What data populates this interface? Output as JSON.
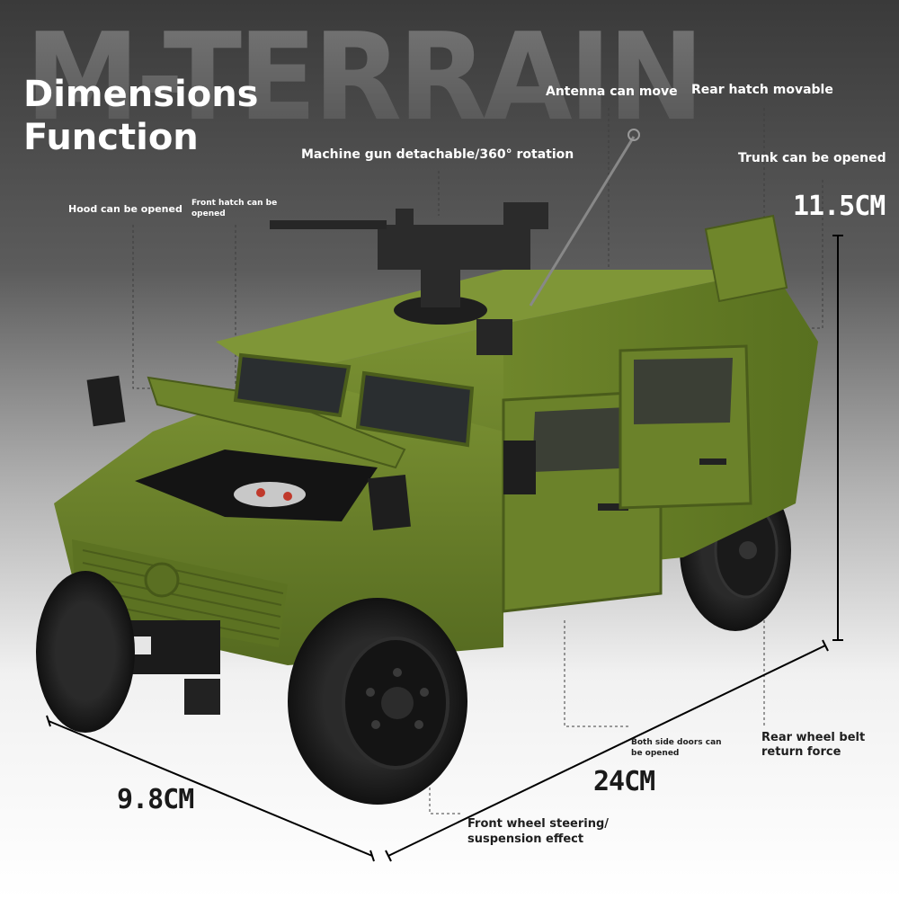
{
  "background_title": "M-TERRAIN",
  "headline": {
    "line1": "Dimensions",
    "line2": "Function"
  },
  "features": {
    "antenna": "Antenna can move",
    "rear_hatch": "Rear hatch movable",
    "machine_gun": "Machine gun detachable/360° rotation",
    "trunk": "Trunk can be opened",
    "hood": "Hood can be opened",
    "front_hatch": "Front hatch can be opened",
    "side_doors": "Both side doors can be opened",
    "rear_wheel": "Rear wheel belt return force",
    "front_wheel": "Front wheel steering/ suspension effect"
  },
  "dimensions": {
    "height": "11.5CM",
    "width": "9.8CM",
    "length": "24CM"
  },
  "colors": {
    "body_green": "#6a7f2a",
    "body_dark": "#4c5c1c",
    "tire": "#1c1c1c",
    "label_white": "#ffffff",
    "label_dark": "#1e1e1e"
  }
}
